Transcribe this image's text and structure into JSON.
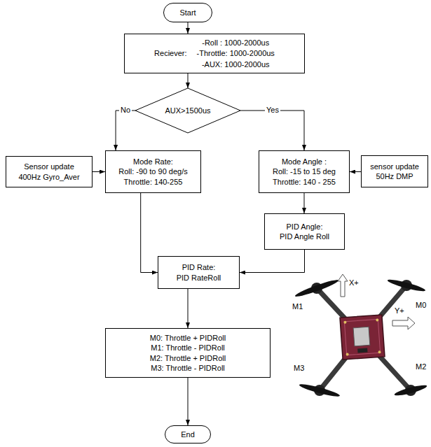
{
  "diagram": {
    "nodes": [
      {
        "text": [
          "Start"
        ]
      },
      {
        "text": [
          "-Roll : 1000-2000us",
          "Reciever:",
          "-Throttle: 1000-2000us",
          "-AUX: 1000-2000us"
        ]
      },
      {
        "text": [
          "AUX>1500us"
        ]
      },
      {
        "text": [
          "Sensor update 400Hz Gyro_Aver"
        ]
      },
      {
        "text": [
          "Mode Rate:",
          "Roll: -90 to 90 deg/s",
          "Throttle: 140-255"
        ]
      },
      {
        "text": [
          "Mode Angle :",
          "Roll: -15 to 15 deg",
          "Throttle: 140 - 255"
        ]
      },
      {
        "text": [
          "sensor update 50Hz DMP"
        ]
      },
      {
        "text": [
          "PID Angle:",
          "PID Angle Roll"
        ]
      },
      {
        "text": [
          "PID Rate:",
          "PID RateRoll"
        ]
      },
      {
        "text": [
          "M0: Throttle + PIDRoll",
          "M1: Throttle - PIDRoll",
          "M2: Throttle + PIDRoll",
          "M3: Throttle - PIDRoll"
        ]
      },
      {
        "text": [
          "End"
        ]
      }
    ],
    "edges": [
      {
        "from": 0,
        "to": 1,
        "arrow": "to"
      },
      {
        "from": 1,
        "to": 2,
        "arrow": "to"
      },
      {
        "from": 2,
        "to": 4,
        "label": "No",
        "arrow": "to"
      },
      {
        "from": 2,
        "to": 5,
        "label": "Yes",
        "arrow": "to"
      },
      {
        "from": 3,
        "to": 4,
        "arrow": "to"
      },
      {
        "from": 6,
        "to": 5,
        "arrow": "to"
      },
      {
        "from": 5,
        "to": 7,
        "arrow": "to"
      },
      {
        "from": 4,
        "to": 8,
        "arrow": "to"
      },
      {
        "from": 7,
        "to": 8,
        "arrow": "to"
      },
      {
        "from": 8,
        "to": 9,
        "arrow": "to"
      },
      {
        "from": 9,
        "to": 10,
        "arrow": "to"
      }
    ],
    "labels": [
      "M1",
      "X+",
      "M0",
      "Y+",
      "M3",
      "M2"
    ]
  }
}
